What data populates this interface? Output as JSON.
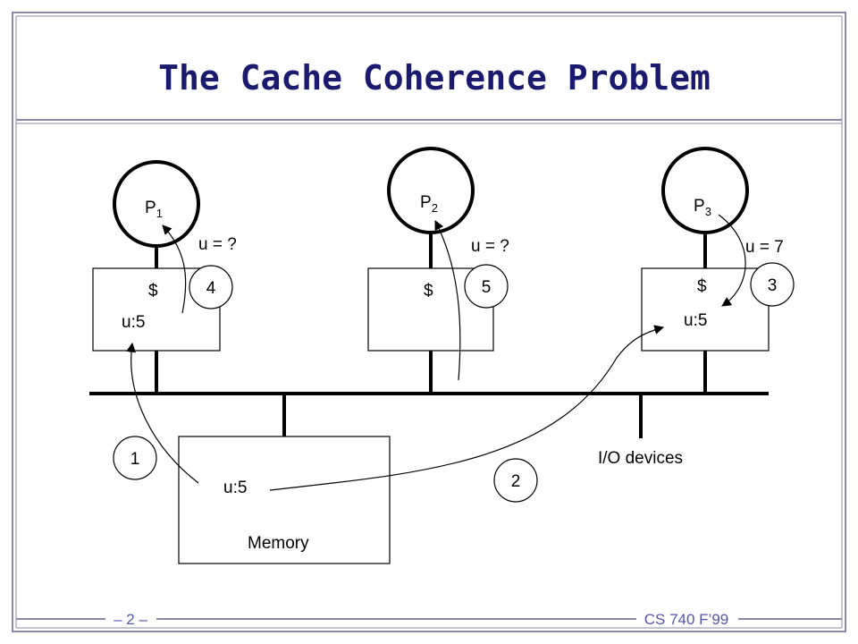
{
  "title": "The Cache Coherence Problem",
  "processors": [
    {
      "name": "P",
      "subscript": "1",
      "query": "u = ?",
      "cache_label": "$",
      "cache_value": "u:5",
      "step": "4"
    },
    {
      "name": "P",
      "subscript": "2",
      "query": "u = ?",
      "cache_label": "$",
      "cache_value": "",
      "step": "5"
    },
    {
      "name": "P",
      "subscript": "3",
      "query": "u = 7",
      "cache_label": "$",
      "cache_value": "u:5",
      "step": "3"
    }
  ],
  "memory": {
    "label": "Memory",
    "value": "u:5"
  },
  "io_devices": "I/O devices",
  "steps": {
    "memory_to_p1": "1",
    "memory_to_p3": "2"
  },
  "footer": {
    "page": "– 2 –",
    "course": "CS 740 F’99"
  },
  "colors": {
    "title": "#1a1a6e",
    "footer_text": "#5555aa",
    "frame": "#8a8aa6"
  }
}
